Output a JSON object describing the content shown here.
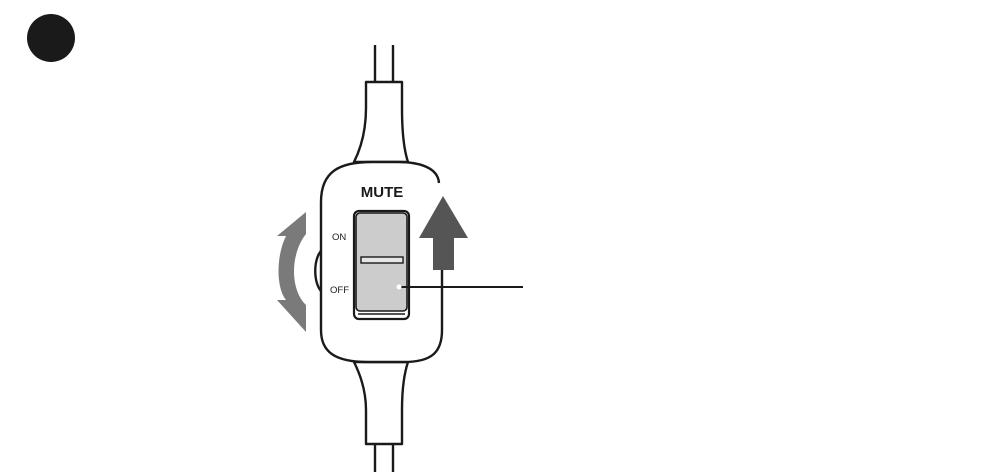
{
  "switch": {
    "title": "MUTE",
    "on_label": "ON",
    "off_label": "OFF",
    "position": "off"
  },
  "icons": {
    "step_marker": "filled-black-circle",
    "slide_direction": "up-arrow-icon",
    "volume_wheel": "curved-double-arrow-icon"
  },
  "colors": {
    "line": "#1a1a1a",
    "slider_fill": "#cccccc",
    "arrow_fill": "#555555",
    "wheel_arrow_fill": "#7a7a7a"
  }
}
